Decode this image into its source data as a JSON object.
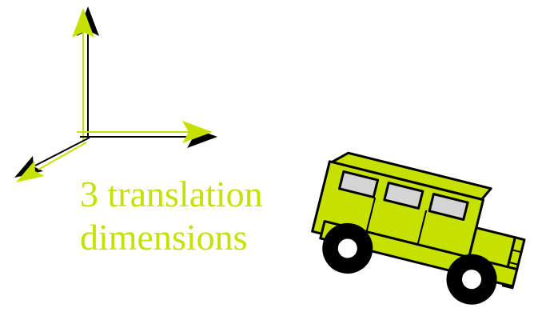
{
  "diagram": {
    "caption_line1": "3 translation",
    "caption_line2": "dimensions",
    "axes": [
      "up",
      "right",
      "diagonal-down-left"
    ],
    "vehicle": "jeep"
  },
  "colors": {
    "accent": "#c6e000",
    "outline": "#000000",
    "window": "#d4d4d4",
    "tire": "#000000",
    "hub": "#ffffff",
    "background": "#ffffff"
  }
}
